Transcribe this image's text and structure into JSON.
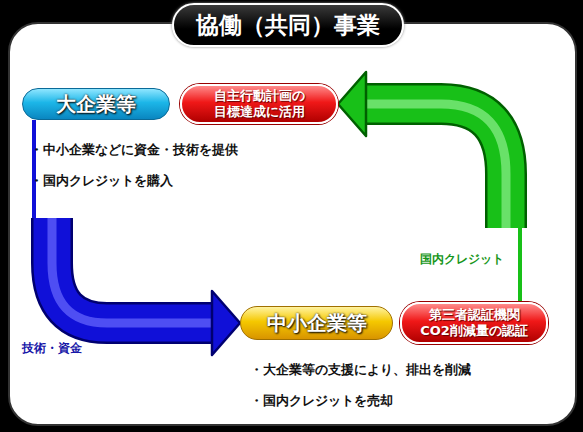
{
  "diagram": {
    "title": "協働（共同）事業",
    "nodes": [
      {
        "text": [
          "大企業等"
        ]
      },
      {
        "text": [
          "自主行動計画の 目標達成に活用"
        ]
      },
      {
        "text": [
          "中小企業等"
        ]
      },
      {
        "text": [
          "第三者認証機関 CO2削減量の認証"
        ]
      }
    ],
    "edges": [
      {
        "from": 0,
        "to": 2,
        "arrow": "to",
        "label": "技術・資金"
      },
      {
        "from": 3,
        "to": 1,
        "arrow": "to",
        "label": "国内クレジット"
      }
    ],
    "labels": [
      "・中小企業などに資金・技術を提供",
      "・国内クレジットを購入",
      "・大企業等の支援により、排出を削減",
      "・国内クレジットを売却"
    ]
  }
}
